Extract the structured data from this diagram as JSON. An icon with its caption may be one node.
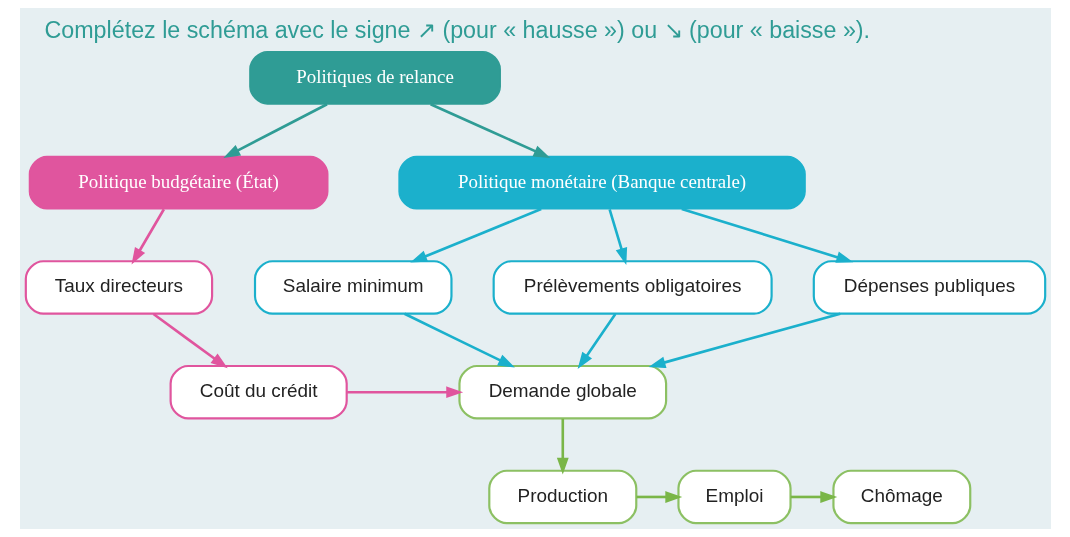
{
  "diagram": {
    "title": "Complétez le schéma avec le signe ↗ (pour « hausse ») ou ↘ (pour « baisse »).",
    "nodes": [
      {
        "text": [
          "Politiques de relance"
        ]
      },
      {
        "text": [
          "Politique budgétaire (État)"
        ]
      },
      {
        "text": [
          "Politique monétaire (Banque centrale)"
        ]
      },
      {
        "text": [
          "Taux directeurs"
        ]
      },
      {
        "text": [
          "Salaire minimum"
        ]
      },
      {
        "text": [
          "Prélèvements obligatoires"
        ]
      },
      {
        "text": [
          "Dépenses publiques"
        ]
      },
      {
        "text": [
          "Coût du crédit"
        ]
      },
      {
        "text": [
          "Demande globale"
        ]
      },
      {
        "text": [
          "Production"
        ]
      },
      {
        "text": [
          "Emploi"
        ]
      },
      {
        "text": [
          "Chômage"
        ]
      }
    ],
    "edges": [
      {
        "from": 0,
        "to": 1,
        "arrow": "to",
        "color": "#2f9c95"
      },
      {
        "from": 0,
        "to": 2,
        "arrow": "to",
        "color": "#2f9c95"
      },
      {
        "from": 1,
        "to": 3,
        "arrow": "to",
        "color": "#e0559e"
      },
      {
        "from": 2,
        "to": 4,
        "arrow": "to"
      },
      {
        "from": 2,
        "to": 5,
        "arrow": "to"
      },
      {
        "from": 2,
        "to": 6,
        "arrow": "to"
      },
      {
        "from": 3,
        "to": 7,
        "arrow": "to",
        "color": "#e0559e"
      },
      {
        "from": 7,
        "to": 8,
        "arrow": "to",
        "color": "#e0559e"
      },
      {
        "from": 4,
        "to": 8,
        "arrow": "to"
      },
      {
        "from": 5,
        "to": 8,
        "arrow": "to"
      },
      {
        "from": 6,
        "to": 8,
        "arrow": "to"
      },
      {
        "from": 8,
        "to": 9,
        "arrow": "to",
        "color": "#7ab648"
      },
      {
        "from": 9,
        "to": 10,
        "arrow": "to",
        "color": "#7ab648"
      },
      {
        "from": 10,
        "to": 11,
        "arrow": "to",
        "color": "#7ab648"
      }
    ]
  }
}
